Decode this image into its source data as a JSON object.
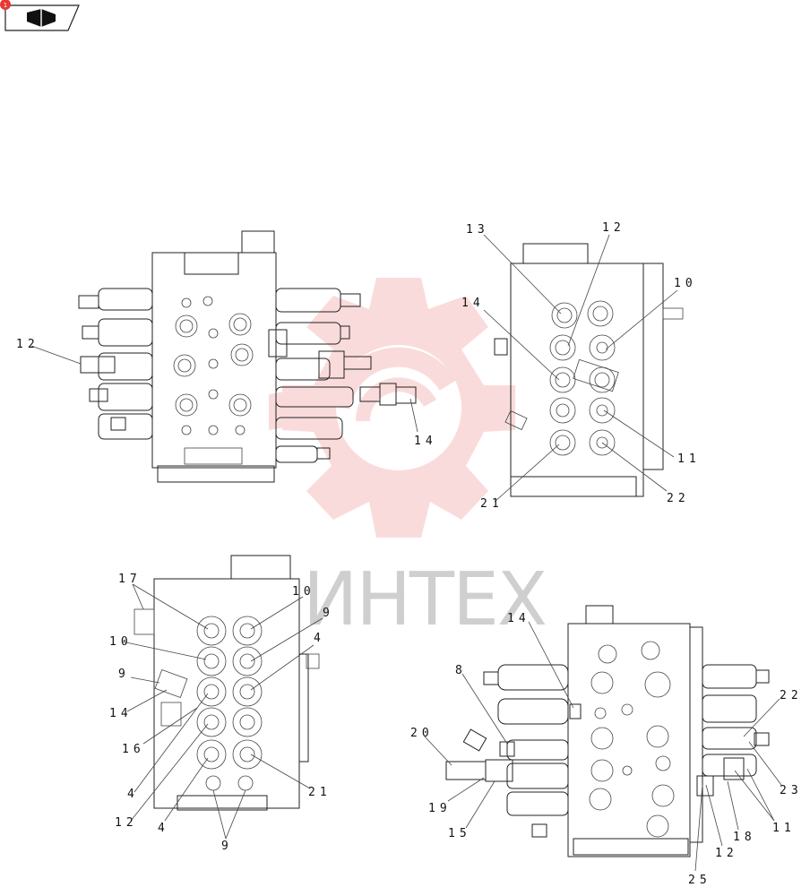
{
  "watermark": {
    "text": "ИНТЕХ",
    "color": "#f08080"
  },
  "corner_badge": {
    "label": "1",
    "color": "#e53935"
  },
  "icons": {
    "book": "book-icon"
  },
  "views": [
    {
      "name": "top-left",
      "callouts": [
        "12",
        "14"
      ]
    },
    {
      "name": "top-right",
      "callouts": [
        "13",
        "12",
        "10",
        "14",
        "11",
        "22",
        "21"
      ]
    },
    {
      "name": "bottom-left",
      "callouts": [
        "17",
        "10",
        "9",
        "4",
        "10",
        "9",
        "14",
        "16",
        "4",
        "12",
        "4",
        "21",
        "9"
      ]
    },
    {
      "name": "bottom-right",
      "callouts": [
        "14",
        "8",
        "20",
        "19",
        "15",
        "22",
        "23",
        "11",
        "18",
        "12",
        "25"
      ]
    }
  ]
}
